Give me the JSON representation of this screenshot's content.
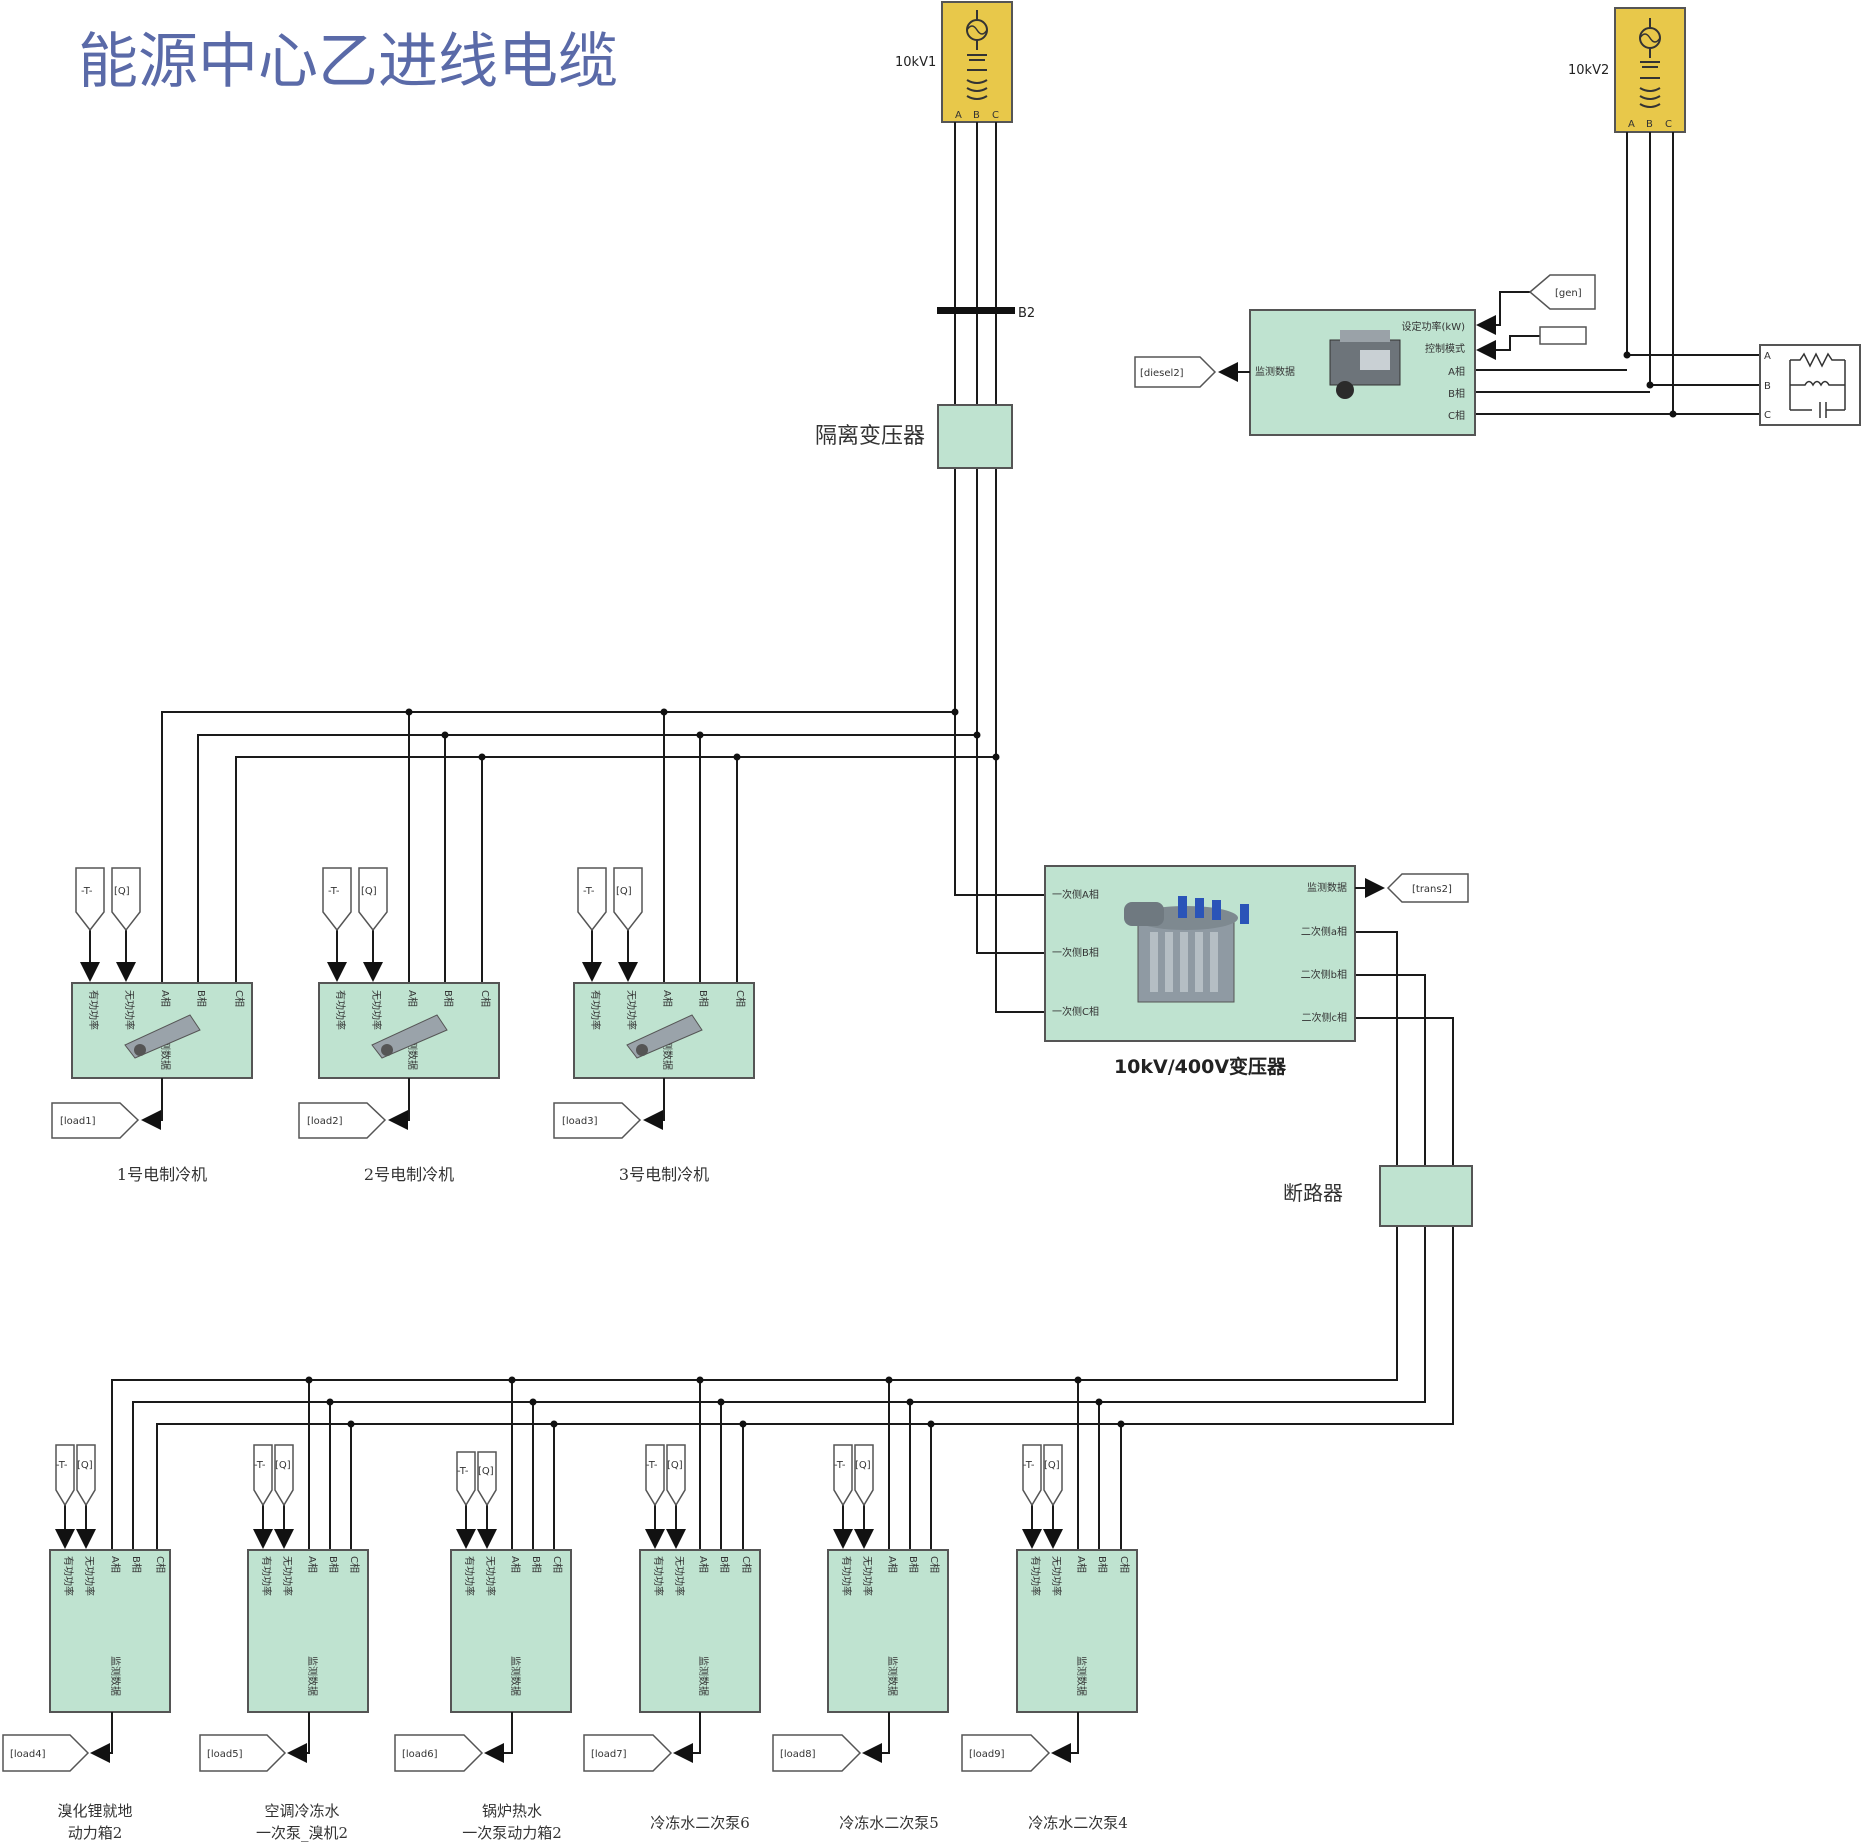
{
  "title": "能源中心乙进线电缆",
  "sources": {
    "s1_label": "10kV1",
    "s2_label": "10kV2",
    "phase_labels": [
      "A",
      "B",
      "C"
    ]
  },
  "bus_label": "B2",
  "isolation_transformer_label": "隔离变压器",
  "transformer": {
    "label": "10kV/400V变压器",
    "ports_in": [
      "一次侧A相",
      "一次侧B相",
      "一次侧C相"
    ],
    "ports_out": [
      "监测数据",
      "二次侧a相",
      "二次侧b相",
      "二次侧c相"
    ],
    "monitor_tag": "[trans2]"
  },
  "breaker_label": "断路器",
  "diesel": {
    "ports_in": [
      "设定功率(kW)",
      "控制模式"
    ],
    "ports_out": [
      "A相",
      "B相",
      "C相"
    ],
    "monitor_port": "监测数据",
    "monitor_tag": "[diesel2]",
    "gen_tag": "[gen]"
  },
  "rlc": {
    "ports": [
      "A",
      "B",
      "C"
    ]
  },
  "load_ports": {
    "inputs": [
      "有功功率",
      "无功功率"
    ],
    "phases": [
      "A相",
      "B相",
      "C相"
    ],
    "monitor": "监测数据",
    "from_t": "-T-",
    "from_q": "[Q]"
  },
  "loads_top": [
    {
      "tag": "[load1]",
      "caption": "1号电制冷机"
    },
    {
      "tag": "[load2]",
      "caption": "2号电制冷机"
    },
    {
      "tag": "[load3]",
      "caption": "3号电制冷机"
    }
  ],
  "loads_bottom": [
    {
      "tag": "[load4]",
      "caption1": "溴化锂就地",
      "caption2": "动力箱2"
    },
    {
      "tag": "[load5]",
      "caption1": "空调冷冻水",
      "caption2": "一次泵_溴机2"
    },
    {
      "tag": "[load6]",
      "caption1": "锅炉热水",
      "caption2": "一次泵动力箱2"
    },
    {
      "tag": "[load7]",
      "caption1": "冷冻水二次泵6",
      "caption2": ""
    },
    {
      "tag": "[load8]",
      "caption1": "冷冻水二次泵5",
      "caption2": ""
    },
    {
      "tag": "[load9]",
      "caption1": "冷冻水二次泵4",
      "caption2": ""
    }
  ],
  "colors": {
    "block": "#bfe3d0",
    "source": "#e8c84a",
    "title": "#5a6aa8"
  }
}
